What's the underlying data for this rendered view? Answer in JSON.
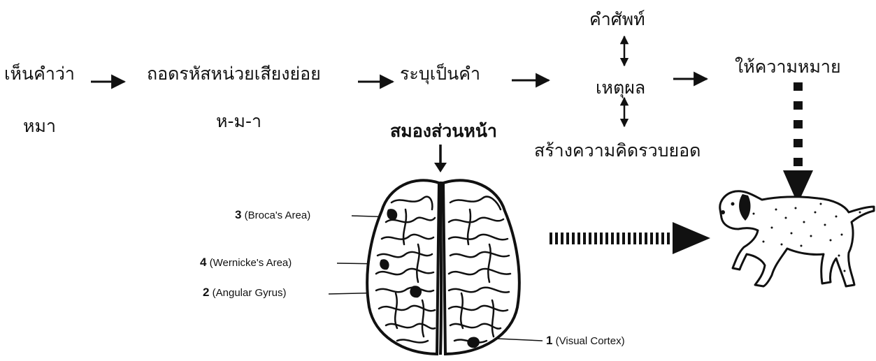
{
  "flow": {
    "see_word": "เห็นคำว่า",
    "decode_phonemes": "ถอดรหัสหน่วยเสียงย่อย",
    "identify_word": "ระบุเป็นคำ",
    "vocabulary": "คำศัพท์",
    "reasoning": "เหตุผล",
    "build_concept": "สร้างความคิดรวบยอด",
    "give_meaning": "ให้ความหมาย"
  },
  "example": {
    "word": "หมา",
    "syllables": "ห-ม-า"
  },
  "brain": {
    "front_label": "สมองส่วนหน้า",
    "areas": [
      {
        "number": "3",
        "name": "(Broca's Area)"
      },
      {
        "number": "4",
        "name": "(Wernicke's Area)"
      },
      {
        "number": "2",
        "name": "(Angular Gyrus)"
      },
      {
        "number": "1",
        "name": "(Visual Cortex)"
      }
    ]
  },
  "icons": {
    "brain": "brain-top-view-icon",
    "dog": "dog-icon"
  },
  "colors": {
    "ink": "#111111",
    "background": "#ffffff"
  }
}
